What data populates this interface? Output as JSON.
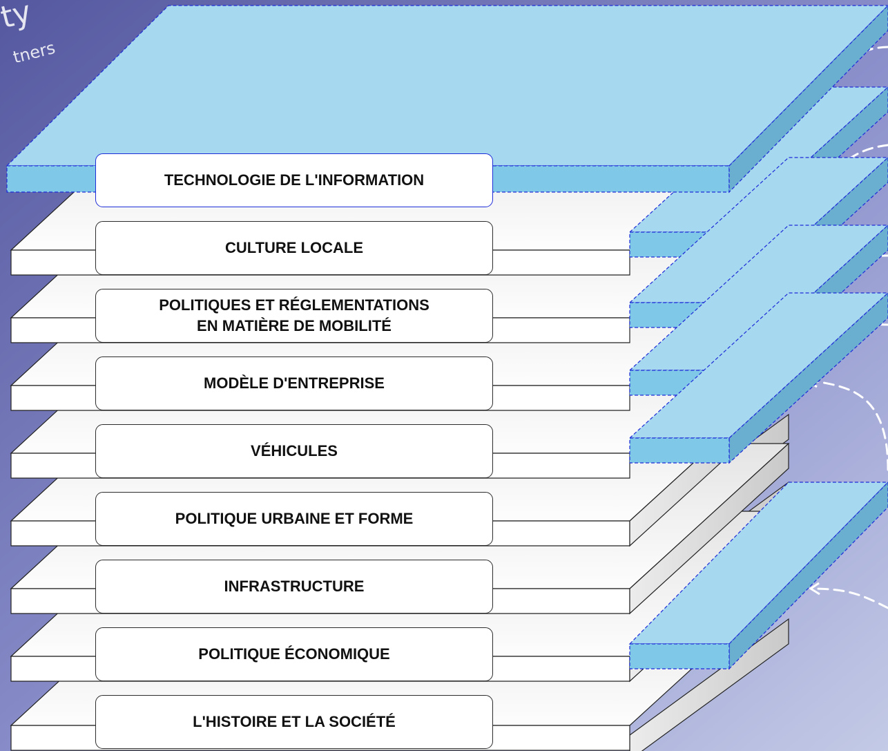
{
  "brand": {
    "word": "ty",
    "subword": "tners"
  },
  "layers": [
    {
      "label": "TECHNOLOGIE DE L'INFORMATION",
      "highlighted": true
    },
    {
      "label": "CULTURE LOCALE",
      "highlighted": false
    },
    {
      "label": "POLITIQUES ET RÉGLEMENTATIONS\nEN MATIÈRE DE MOBILITÉ",
      "highlighted": false
    },
    {
      "label": "MODÈLE D'ENTREPRISE",
      "highlighted": false
    },
    {
      "label": "VÉHICULES",
      "highlighted": false
    },
    {
      "label": "POLITIQUE URBAINE ET FORME",
      "highlighted": false
    },
    {
      "label": "INFRASTRUCTURE",
      "highlighted": false
    },
    {
      "label": "POLITIQUE ÉCONOMIQUE",
      "highlighted": false
    },
    {
      "label": "L'HISTOIRE ET LA SOCIÉTÉ",
      "highlighted": false
    }
  ],
  "colors": {
    "background_top": "#5a5dae",
    "background_bottom": "#b6bee0",
    "slab_face": "#ffffff",
    "slab_side": "#d8d8d8",
    "highlight_fill": "#a6d8ef",
    "highlight_edge": "#1d2bd8",
    "arrow": "#ffffff"
  }
}
